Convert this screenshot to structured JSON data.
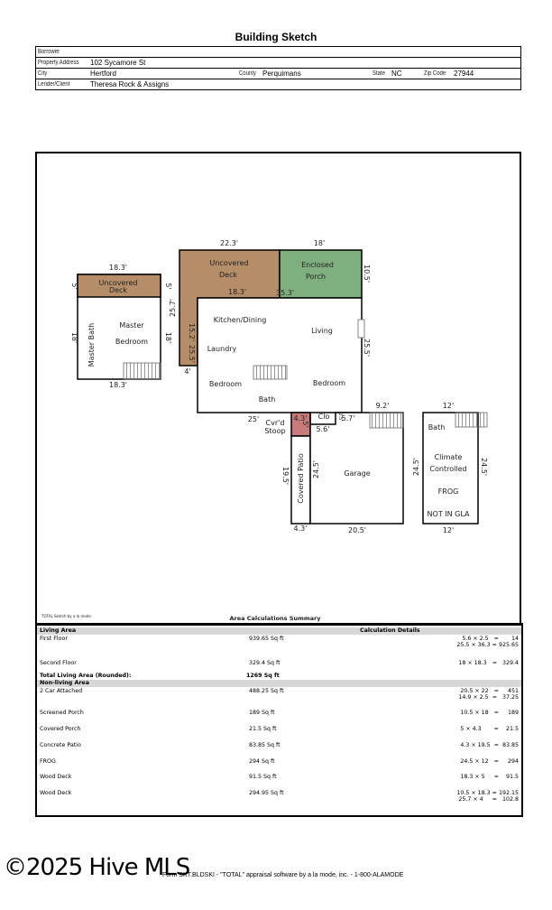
{
  "title": "Building Sketch",
  "header": {
    "borrower_label": "Borrower",
    "borrower": "",
    "address_label": "Property Address",
    "address": "102 Sycamore St",
    "city_label": "City",
    "city": "Hertford",
    "county_label": "County",
    "county": "Perquimans",
    "state_label": "State",
    "state": "NC",
    "zip_label": "Zip Code",
    "zip": "27944",
    "lender_label": "Lender/Client",
    "lender": "Theresa Rock & Assigns"
  },
  "colors": {
    "deck": "#b58d68",
    "porch": "#7fae7f",
    "stoop": "#c97a7a"
  },
  "sketch": {
    "master": {
      "top": "18.3'",
      "bottom": "18.3'",
      "deck_l": "5'",
      "deck_r": "5'",
      "side_l": "18'",
      "side_r": "18'",
      "deck1": "Uncovered",
      "deck2": "Deck",
      "bath": "Master Bath",
      "room1": "Master",
      "room2": "Bedroom"
    },
    "main": {
      "deck_top": "22.3'",
      "porch_top": "18'",
      "deck1": "Uncovered",
      "deck2": "Deck",
      "deck_inner": "18.3'",
      "house_top": "35.3'",
      "porch1": "Enclosed",
      "porch2": "Porch",
      "porch_side": "10.5'",
      "deck_side": "25.7'",
      "deck_in1": "15.2'",
      "deck_in2": "25.5'",
      "deck_bottom": "4'",
      "kitchen": "Kitchen/Dining",
      "living": "Living",
      "laundry": "Laundry",
      "bed1": "Bedroom",
      "bath": "Bath",
      "bed2": "Bedroom",
      "house_side": "25.5'",
      "bottom": "25'"
    },
    "garage": {
      "stoop_w": "4.3'",
      "stoop_h": "5'",
      "stoop1": "Cvr'd",
      "stoop2": "Stoop",
      "clo": "Clo",
      "clo_w": "5.6'",
      "clo_h": "2.5'",
      "notch": "5.7'",
      "top": "9.2'",
      "patio_side": "19.5'",
      "patio": "Covered Patio",
      "side": "24.5'",
      "label": "Garage",
      "patio_bottom": "4.3'",
      "bottom": "20.5'"
    },
    "frog": {
      "top": "12'",
      "bath": "Bath",
      "l1": "Climate",
      "l2": "Controlled",
      "l3": "FROG",
      "l4": "NOT IN GLA",
      "left": "24.5'",
      "right": "24.5'",
      "bottom": "12'"
    },
    "credit": "TOTAL Sketch by a la mode"
  },
  "summary": {
    "title": "Area Calculations Summary",
    "living_header": "Living Area",
    "calc_header": "Calculation Details",
    "living": [
      {
        "name": "First Floor",
        "area": "939.65 Sq ft",
        "calcs": [
          "5.6 × 2.5   =       14",
          "25.5 × 36.3 = 925.65"
        ]
      },
      {
        "name": "Second Floor",
        "area": "329.4 Sq ft",
        "calcs": [
          "18 × 18.3   =   329.4"
        ]
      }
    ],
    "total_label": "Total Living Area (Rounded):",
    "total": "1269 Sq ft",
    "nonliving_header": "Non-living Area",
    "nonliving": [
      {
        "name": "2 Car Attached",
        "area": "488.25 Sq ft",
        "calcs": [
          "20.5 × 22   =     451",
          "14.9 × 2.5  =   37.25"
        ]
      },
      {
        "name": "Screened Porch",
        "area": "189 Sq ft",
        "calcs": [
          "10.5 × 18   =     189"
        ]
      },
      {
        "name": "Covered Porch",
        "area": "21.5 Sq ft",
        "calcs": [
          "5 × 4.3       =    21.5"
        ]
      },
      {
        "name": "Concrete Patio",
        "area": "83.85 Sq ft",
        "calcs": [
          "4.3 × 19.5  =  83.85"
        ]
      },
      {
        "name": "FROG",
        "area": "294 Sq ft",
        "calcs": [
          "24.5 × 12   =     294"
        ]
      },
      {
        "name": "Wood Deck",
        "area": "91.5 Sq ft",
        "calcs": [
          "18.3 × 5     =    91.5"
        ]
      },
      {
        "name": "Wood Deck",
        "area": "294.95 Sq ft",
        "calcs": [
          "10.5 × 18.3 = 192.15",
          "25.7 × 4     =   102.8"
        ]
      }
    ]
  },
  "footer": {
    "watermark": "©2025 Hive MLS",
    "text": "Form SKT.BLDSKI - \"TOTAL\" appraisal software by a la mode, inc. - 1-800-ALAMODE"
  }
}
